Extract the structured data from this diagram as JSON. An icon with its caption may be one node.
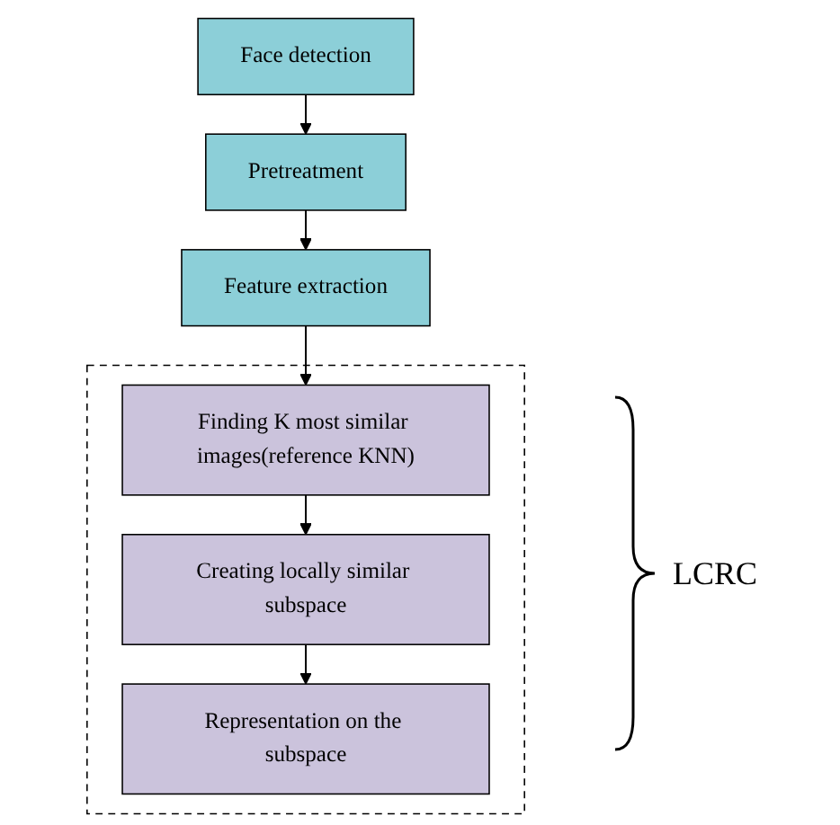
{
  "diagram": {
    "nodes": [
      {
        "text": [
          "Face detection"
        ]
      },
      {
        "text": [
          "Pretreatment"
        ]
      },
      {
        "text": [
          "Feature extraction"
        ]
      },
      {
        "text": [],
        "shape": "box"
      },
      {
        "text": [
          "Finding K most similar images(reference KNN)"
        ],
        "in": 3
      },
      {
        "text": [
          "Creating locally similar subspace"
        ],
        "in": 3
      },
      {
        "text": [
          "Representation on the subspace"
        ],
        "in": 3
      }
    ],
    "edges": [
      {
        "from": 0,
        "to": 1,
        "arrow": "to"
      },
      {
        "from": 1,
        "to": 2,
        "arrow": "to"
      },
      {
        "from": 2,
        "to": 4,
        "arrow": "to"
      },
      {
        "from": 4,
        "to": 5,
        "arrow": "to"
      },
      {
        "from": 5,
        "to": 6,
        "arrow": "to"
      }
    ],
    "labels": [
      "LCRC"
    ]
  }
}
